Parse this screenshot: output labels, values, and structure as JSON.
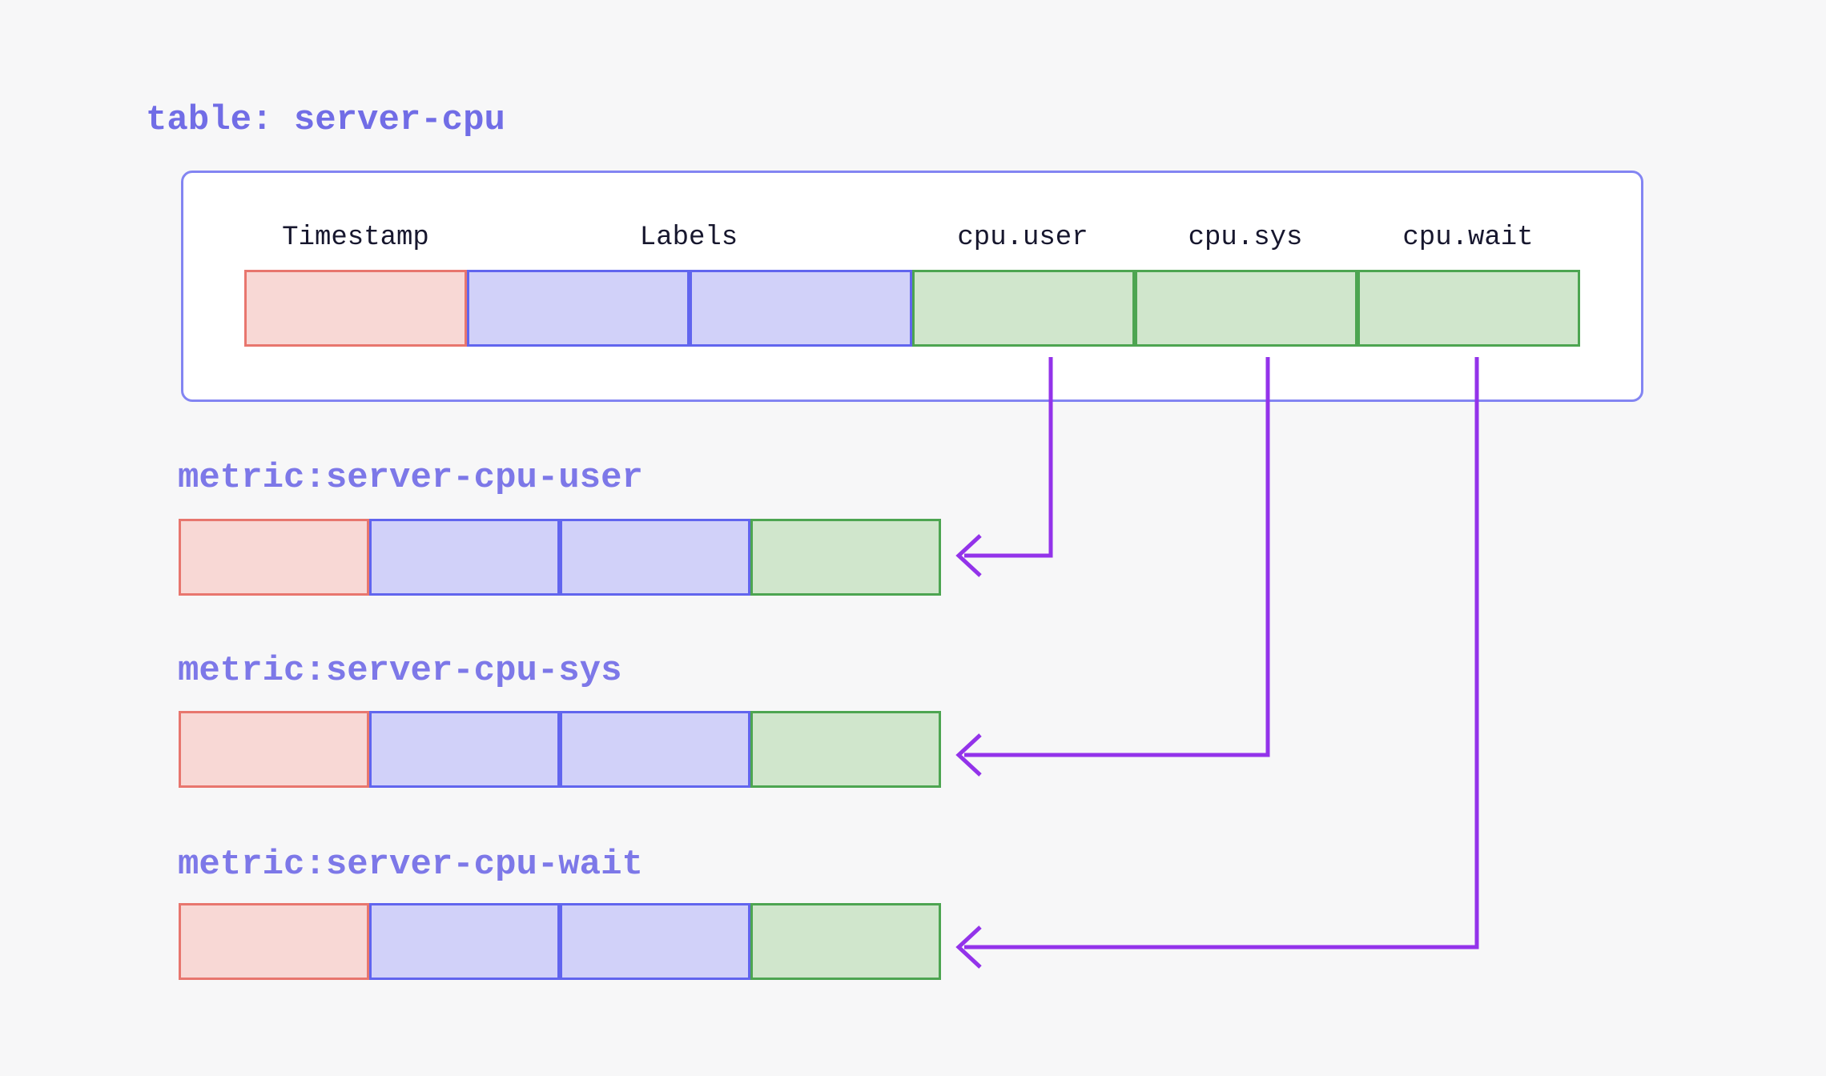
{
  "diagram": {
    "table": {
      "title": "table: server-cpu",
      "columns": [
        {
          "label": "Timestamp",
          "role": "timestamp"
        },
        {
          "label": "Labels",
          "role": "labels"
        },
        {
          "label": "cpu.user",
          "role": "field"
        },
        {
          "label": "cpu.sys",
          "role": "field"
        },
        {
          "label": "cpu.wait",
          "role": "field"
        }
      ]
    },
    "metrics": [
      {
        "title": "metric:server-cpu-user",
        "source_column": "cpu.user"
      },
      {
        "title": "metric:server-cpu-sys",
        "source_column": "cpu.sys"
      },
      {
        "title": "metric:server-cpu-wait",
        "source_column": "cpu.wait"
      }
    ]
  },
  "colors": {
    "page_background": "#f7f7f8",
    "panel_background": "#ffffff",
    "panel_border": "#8385f2",
    "title_text": "#716de6",
    "metric_text": "#7d78e8",
    "header_text": "#17172e",
    "timestamp_fill": "#f8d8d5",
    "timestamp_border": "#e8766e",
    "labels_fill": "#d1d1f9",
    "labels_border": "#6165ee",
    "field_fill": "#d0e6cc",
    "field_border": "#4da551",
    "arrow": "#9333ea"
  }
}
